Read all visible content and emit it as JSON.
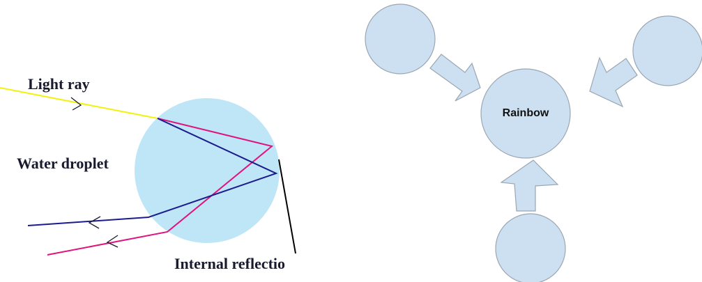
{
  "left_diagram": {
    "labels": {
      "light_ray": "Light ray",
      "water_droplet": "Water droplet",
      "internal_reflection": "Internal reflectio"
    },
    "colors": {
      "incoming_ray": "#f2f20a",
      "magenta_ray": "#e0147f",
      "blue_ray": "#1c1c8c",
      "droplet_fill": "#bfe6f7",
      "pointer_line": "#000000"
    }
  },
  "right_diagram": {
    "center_label": "Rainbow",
    "colors": {
      "shape_fill": "#cde0f2",
      "shape_stroke": "#9aa6b2"
    }
  }
}
